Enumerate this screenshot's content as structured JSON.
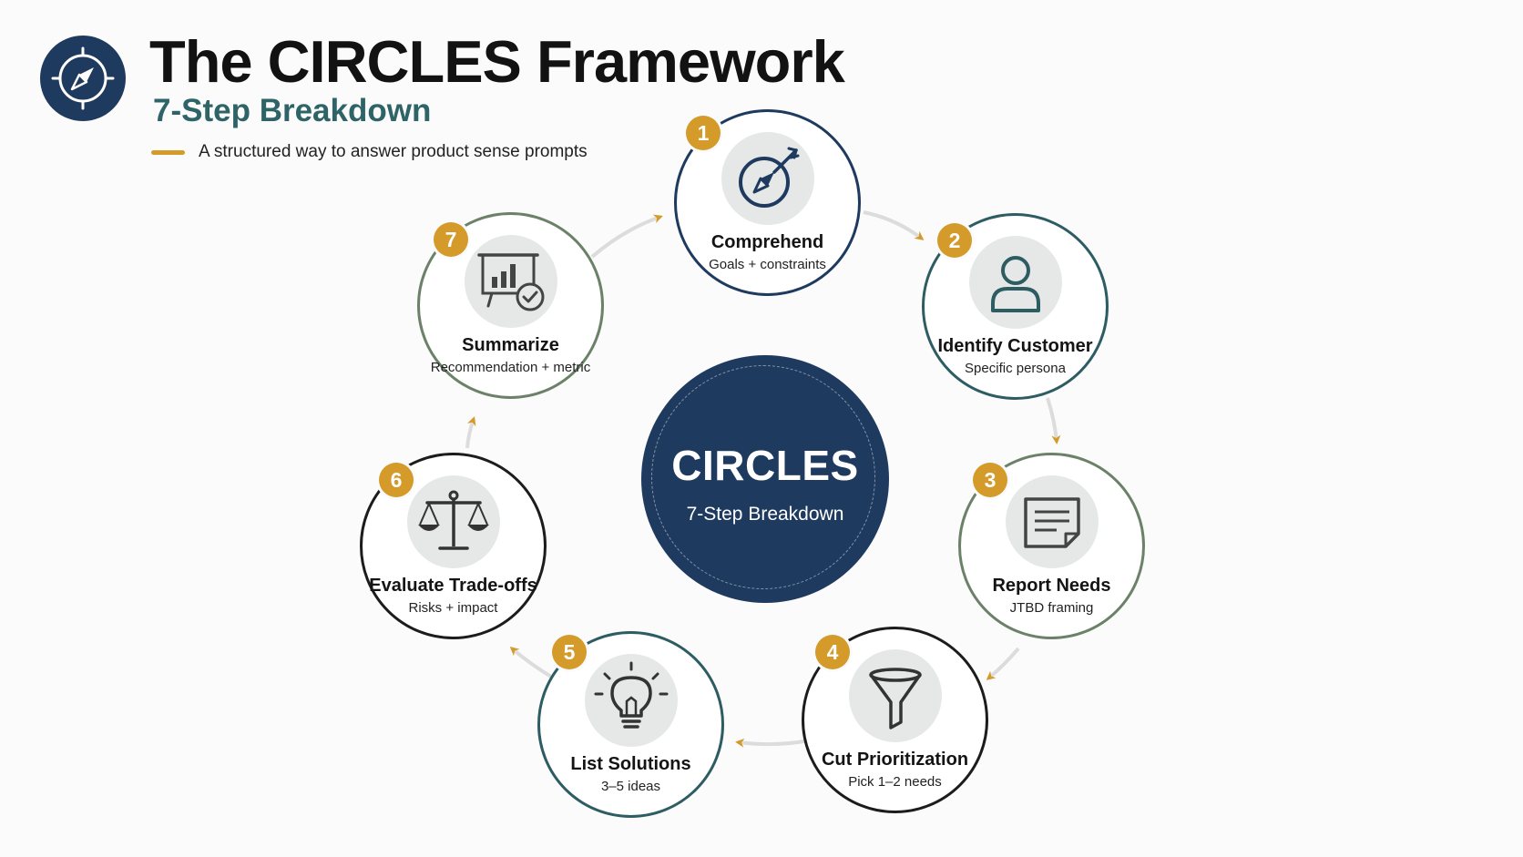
{
  "header": {
    "title": "The CIRCLES Framework",
    "subtitle": "7-Step Breakdown",
    "tagline": "A structured way to answer product sense prompts",
    "logo_icon": "compass-icon"
  },
  "center": {
    "title": "CIRCLES",
    "subtitle": "7-Step Breakdown"
  },
  "steps": [
    {
      "number": "1",
      "title": "Comprehend",
      "description": "Goals + constraints",
      "icon": "compass-arrow-icon",
      "ring_color": "#1f3a5f"
    },
    {
      "number": "2",
      "title": "Identify Customer",
      "description": "Specific persona",
      "icon": "person-icon",
      "ring_color": "#2d5c63"
    },
    {
      "number": "3",
      "title": "Report Needs",
      "description": "JTBD framing",
      "icon": "document-icon",
      "ring_color": "#6b8268"
    },
    {
      "number": "4",
      "title": "Cut Prioritization",
      "description": "Pick 1–2 needs",
      "icon": "funnel-icon",
      "ring_color": "#1c1c1c"
    },
    {
      "number": "5",
      "title": "List Solutions",
      "description": "3–5 ideas",
      "icon": "lightbulb-icon",
      "ring_color": "#2d5c63"
    },
    {
      "number": "6",
      "title": "Evaluate Trade-offs",
      "description": "Risks + impact",
      "icon": "scales-icon",
      "ring_color": "#1c1c1c"
    },
    {
      "number": "7",
      "title": "Summarize",
      "description": "Recommendation + metric",
      "icon": "chart-check-icon",
      "ring_color": "#6b8268"
    }
  ],
  "colors": {
    "navy": "#1f3a5f",
    "teal": "#2e6468",
    "accent": "#d49a2a",
    "sage": "#6b8268",
    "background": "#fbfbfb"
  }
}
